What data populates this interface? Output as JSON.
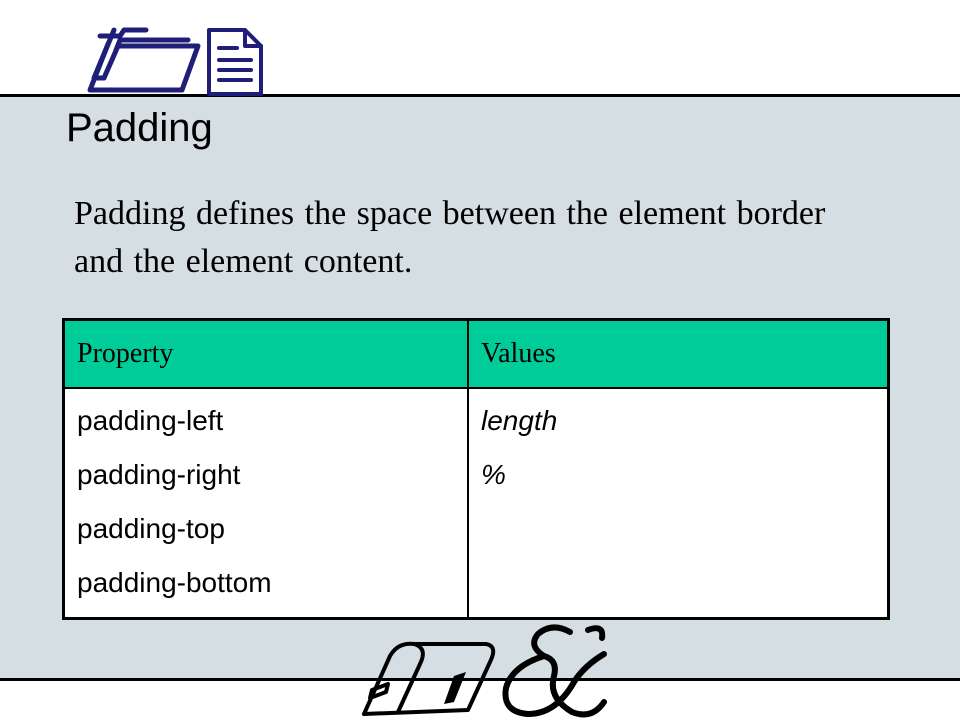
{
  "slide": {
    "title": "Padding",
    "body": "Padding defines the space between the element border and the element content.",
    "colors": {
      "panel": "#d5dee2",
      "table_header": "#00cc99",
      "rule": "#000000"
    },
    "icons": [
      "folder-icon",
      "document-icon",
      "mailbox-icon",
      "ampersand-icon"
    ]
  },
  "table": {
    "headers": [
      "Property",
      "Values"
    ],
    "properties": [
      "padding-left",
      "padding-right",
      "padding-top",
      "padding-bottom"
    ],
    "values": [
      "length",
      "%"
    ]
  }
}
